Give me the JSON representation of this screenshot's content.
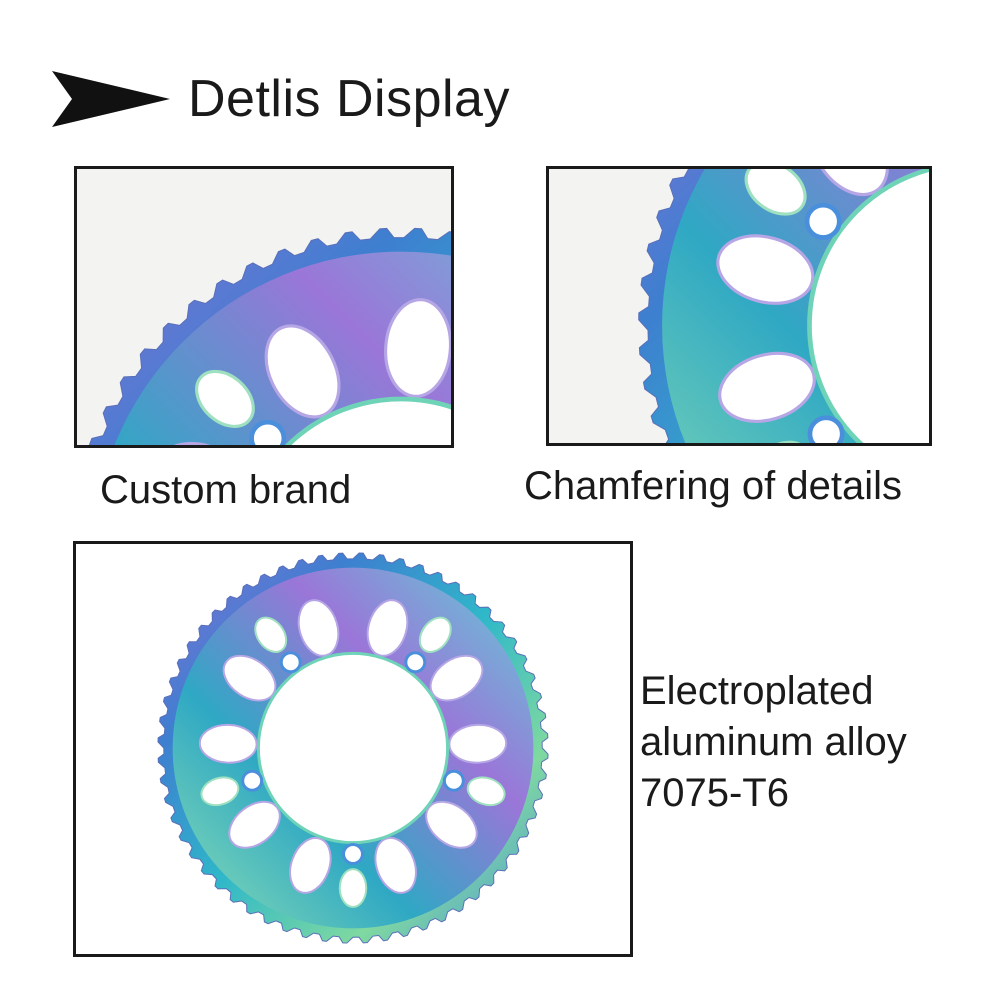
{
  "header": {
    "title": "Detlis Display",
    "icon": "arrowhead-icon"
  },
  "panels": [
    {
      "caption": "Custom brand",
      "image": "chainring-closeup-photo"
    },
    {
      "caption": "Chamfering of details",
      "image": "chainring-chamfer-closeup-photo"
    },
    {
      "image": "chainring-full-photo"
    }
  ],
  "description": {
    "line1": "Electroplated",
    "line2": "aluminum alloy",
    "line3": "7075-T6"
  },
  "colors": {
    "text": "#1a1a1a",
    "border": "#1a1a1a",
    "plating_teal": "#2fb8c9",
    "plating_blue": "#3d7fd0",
    "plating_purple": "#8d6fd6",
    "plating_green": "#7fd9a0"
  }
}
